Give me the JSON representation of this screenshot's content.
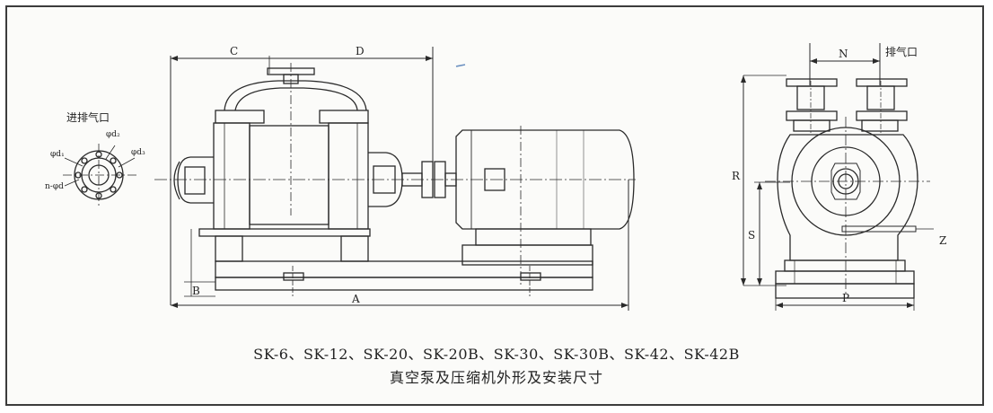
{
  "labels": {
    "flange_title": "进排气口",
    "d1": "φd₁",
    "d2": "φd₂",
    "d3": "φd₃",
    "n_d": "n-φd",
    "C": "C",
    "D": "D",
    "A": "A",
    "B": "B",
    "N": "N",
    "exhaust": "排气口",
    "R": "R",
    "S": "S",
    "P": "P",
    "Z": "Z"
  },
  "caption": {
    "models": "SK-6、SK-12、SK-20、SK-20B、SK-30、SK-30B、SK-42、SK-42B",
    "title": "真空泵及压缩机外形及安装尺寸"
  },
  "colors": {
    "line": "#2a2a2a",
    "frame": "#3c3c3c",
    "paper": "#fbfbf9"
  }
}
